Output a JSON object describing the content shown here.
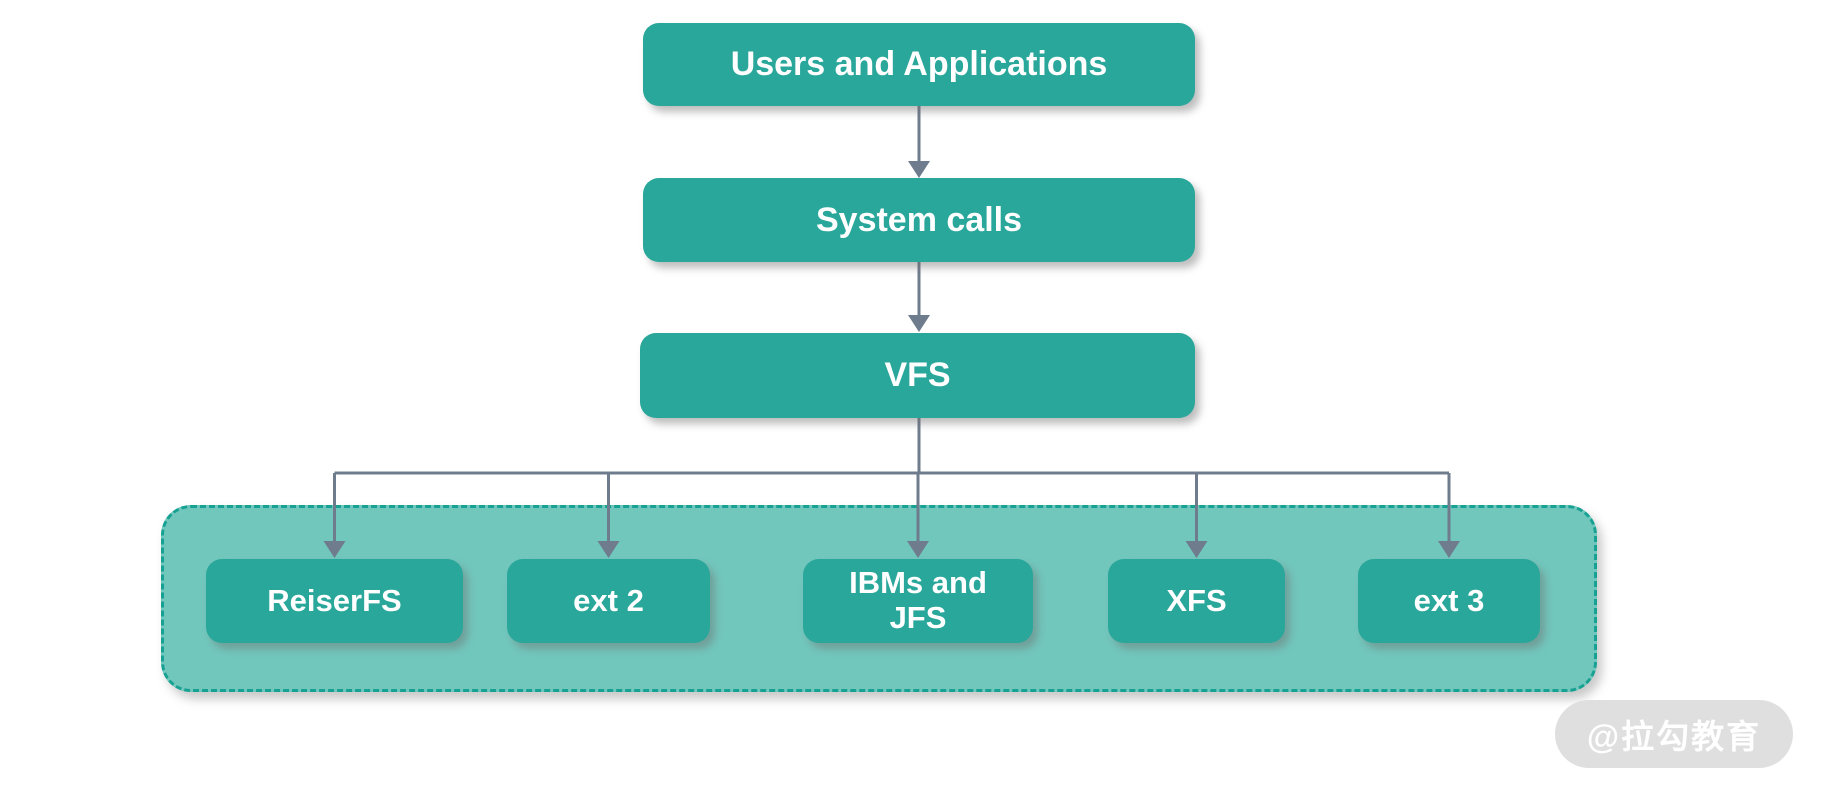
{
  "diagram": {
    "type": "flowchart",
    "chain": [
      "Users and Applications",
      "System calls",
      "VFS"
    ],
    "filesystems": [
      "ReiserFS",
      "ext 2",
      "IBMs and JFS",
      "XFS",
      "ext 3"
    ]
  },
  "watermark": "@拉勾教育",
  "colors": {
    "node_fill": "#2aa79b",
    "node_text": "#ffffff",
    "group_fill": "#72c7bd",
    "group_border": "#17a193",
    "connector": "#6f7c8d",
    "watermark_bg": "#dfdfdf",
    "watermark_text": "#ffffff"
  }
}
